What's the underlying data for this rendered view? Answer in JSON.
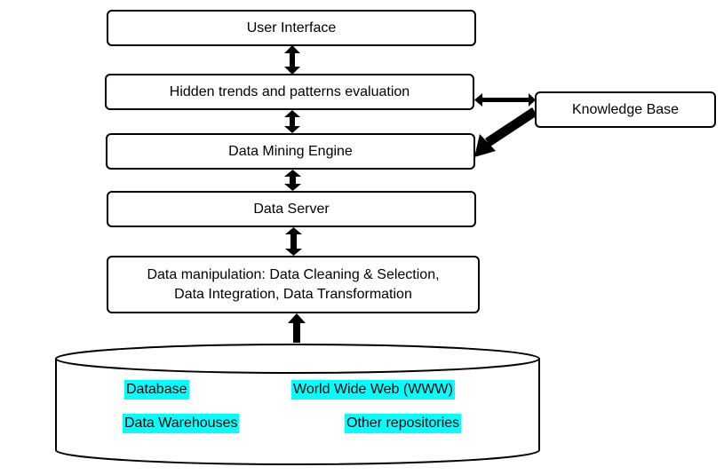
{
  "boxes": {
    "user_interface": "User Interface",
    "evaluation": "Hidden trends and patterns evaluation",
    "knowledge_base": "Knowledge Base",
    "mining_engine": "Data Mining Engine",
    "data_server": "Data Server",
    "manipulation_line1": "Data manipulation: Data Cleaning & Selection,",
    "manipulation_line2": "Data Integration, Data Transformation"
  },
  "sources": {
    "database": "Database",
    "www": "World Wide Web (WWW)",
    "data_warehouses": "Data Warehouses",
    "other_repositories": "Other repositories"
  },
  "colors": {
    "highlight": "#00ffff",
    "stroke": "#000000",
    "fill": "#ffffff"
  }
}
